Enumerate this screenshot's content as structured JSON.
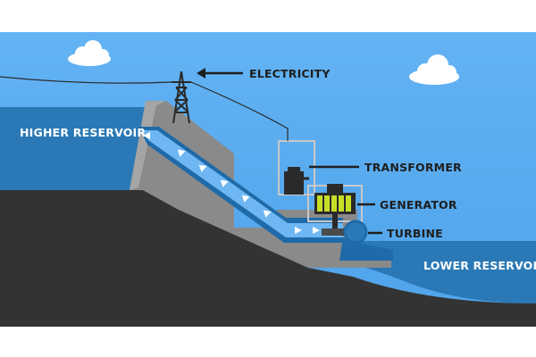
{
  "labels": {
    "electricity": "ELECTRICITY",
    "higher_reservoir": "HIGHER RESERVOIR",
    "transformer": "TRANSFORMER",
    "generator": "GENERATOR",
    "turbine": "TURBINE",
    "lower_reservoir": "LOWER RESERVOIR"
  },
  "colors": {
    "sky": "#5aaaf0",
    "reservoir": "#2a79b6",
    "ground": "#333333",
    "dam": "#8a8a8a",
    "label_text": "#1e1e1e",
    "reservoir_text": "#ffffff",
    "generator_coils": "#c8df28"
  }
}
